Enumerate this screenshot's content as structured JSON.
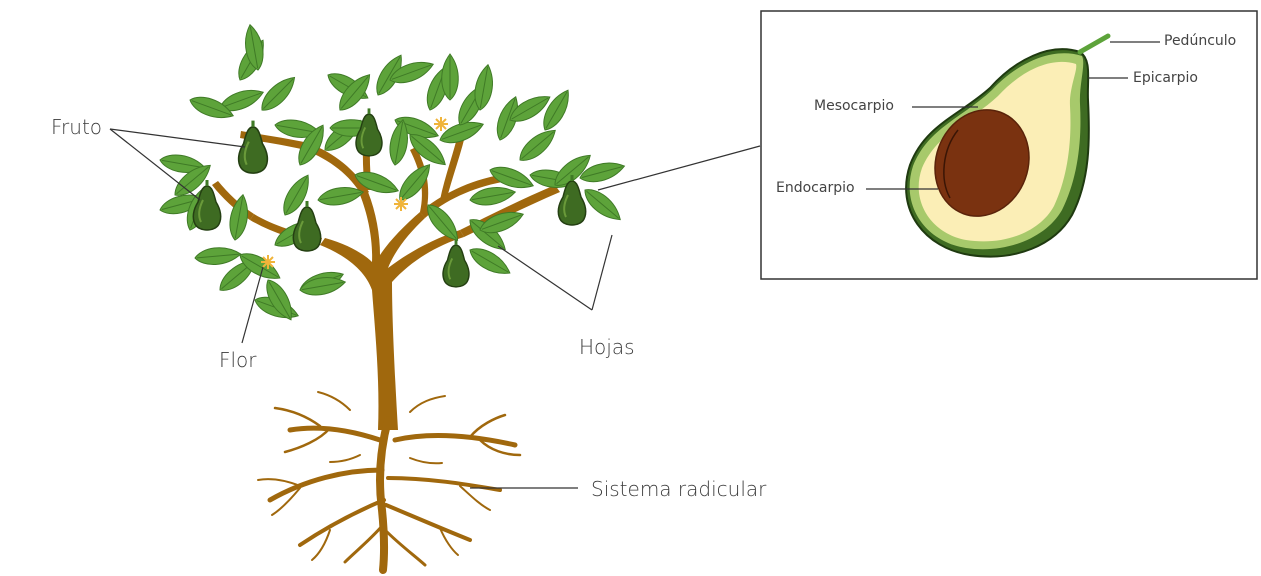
{
  "tree_labels": {
    "fruto": "Fruto",
    "flor": "Flor",
    "hojas": "Hojas",
    "sistema_radicular": "Sistema radicular"
  },
  "fruit_labels": {
    "pedunculo": "Pedúnculo",
    "epicarpio": "Epicarpio",
    "mesocarpio": "Mesocarpio",
    "endocarpio": "Endocarpio"
  },
  "colors": {
    "leaf": "#5da33a",
    "leaf_dark": "#3f7a26",
    "trunk": "#a0680d",
    "fruit_skin": "#3e6b22",
    "fruit_flesh": "#fbeeb6",
    "fruit_rind": "#a7c96b",
    "seed": "#7a3210",
    "flower": "#f0b43a",
    "leader_line": "#333333",
    "inset_border": "#333333"
  }
}
